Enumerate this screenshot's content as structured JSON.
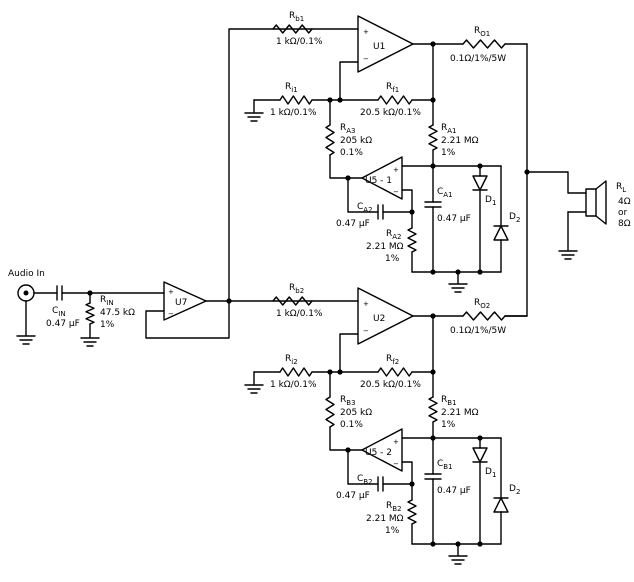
{
  "input": {
    "label": "Audio In"
  },
  "cin": {
    "name": "C",
    "sub": "IN",
    "value": "0.47 µF"
  },
  "rin": {
    "name": "R",
    "sub": "IN",
    "value1": "47.5 kΩ",
    "value2": "1%"
  },
  "u7": {
    "label": "U7"
  },
  "channels": [
    {
      "rb": {
        "name": "R",
        "sub": "b1",
        "value": "1 kΩ/0.1%"
      },
      "op": {
        "label": "U1"
      },
      "ro": {
        "name": "R",
        "sub": "O1",
        "value": "0.1Ω/1%/5W"
      },
      "ri": {
        "name": "R",
        "sub": "i1",
        "value": "1 kΩ/0.1%"
      },
      "rf": {
        "name": "R",
        "sub": "f1",
        "value": "20.5 kΩ/0.1%"
      },
      "r3": {
        "name": "R",
        "sub": "A3",
        "value1": "205 kΩ",
        "value2": "0.1%"
      },
      "r1": {
        "name": "R",
        "sub": "A1",
        "value1": "2.21 MΩ",
        "value2": "1%"
      },
      "u5": {
        "label": "U5 - 1"
      },
      "c2": {
        "name": "C",
        "sub": "A2",
        "value": "0.47 µF"
      },
      "c1": {
        "name": "C",
        "sub": "A1",
        "value": "0.47 µF"
      },
      "r2": {
        "name": "R",
        "sub": "A2",
        "value1": "2.21 MΩ",
        "value2": "1%"
      },
      "d1": {
        "name": "D",
        "sub": "1"
      },
      "d2": {
        "name": "D",
        "sub": "2"
      }
    },
    {
      "rb": {
        "name": "R",
        "sub": "b2",
        "value": "1 kΩ/0.1%"
      },
      "op": {
        "label": "U2"
      },
      "ro": {
        "name": "R",
        "sub": "O2",
        "value": "0.1Ω/1%/5W"
      },
      "ri": {
        "name": "R",
        "sub": "i2",
        "value": "1 kΩ/0.1%"
      },
      "rf": {
        "name": "R",
        "sub": "f2",
        "value": "20.5 kΩ/0.1%"
      },
      "r3": {
        "name": "R",
        "sub": "B3",
        "value1": "205 kΩ",
        "value2": "0.1%"
      },
      "r1": {
        "name": "R",
        "sub": "B1",
        "value1": "2.21 MΩ",
        "value2": "1%"
      },
      "u5": {
        "label": "U5 - 2"
      },
      "c2": {
        "name": "C",
        "sub": "B2",
        "value": "0.47 µF"
      },
      "c1": {
        "name": "C",
        "sub": "B1",
        "value": "0.47 µF"
      },
      "r2": {
        "name": "R",
        "sub": "B2",
        "value1": "2.21 MΩ",
        "value2": "1%"
      },
      "d1": {
        "name": "D",
        "sub": "1"
      },
      "d2": {
        "name": "D",
        "sub": "2"
      }
    }
  ],
  "load": {
    "name": "R",
    "sub": "L",
    "value1": "4Ω",
    "value2": "or",
    "value3": "8Ω"
  }
}
